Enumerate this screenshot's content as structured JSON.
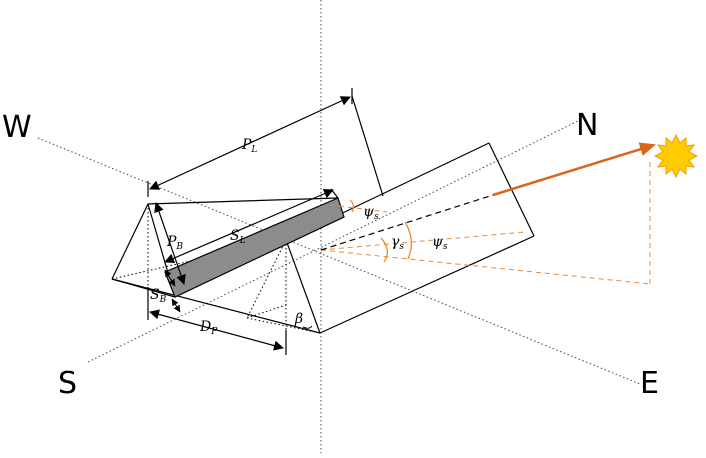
{
  "directions": {
    "west": "W",
    "north": "N",
    "south": "S",
    "east": "E"
  },
  "labels": {
    "panel_length": {
      "main": "P",
      "sub": "L"
    },
    "panel_breadth": {
      "main": "P",
      "sub": "B"
    },
    "shadow_length": {
      "main": "S",
      "sub": "L"
    },
    "shadow_breadth": {
      "main": "S",
      "sub": "B"
    },
    "row_distance": {
      "main": "D",
      "sub": "P"
    },
    "solar_elevation_upper": {
      "main": "ψ",
      "sub": "s"
    },
    "solar_elevation_lower": {
      "main": "ψ",
      "sub": "s"
    },
    "solar_azimuth": {
      "main": "γ",
      "sub": "s"
    },
    "tilt_angle": {
      "main": "β",
      "sub": ""
    }
  },
  "colors": {
    "line": "#000000",
    "panel_fill": "#8c8c8c",
    "sun_ray": "#d9661a",
    "sun_fill": "#ffcc00",
    "sun_stroke": "#f0a000",
    "guide": "#e8893a"
  },
  "icons": {
    "sun": "sun-icon"
  }
}
